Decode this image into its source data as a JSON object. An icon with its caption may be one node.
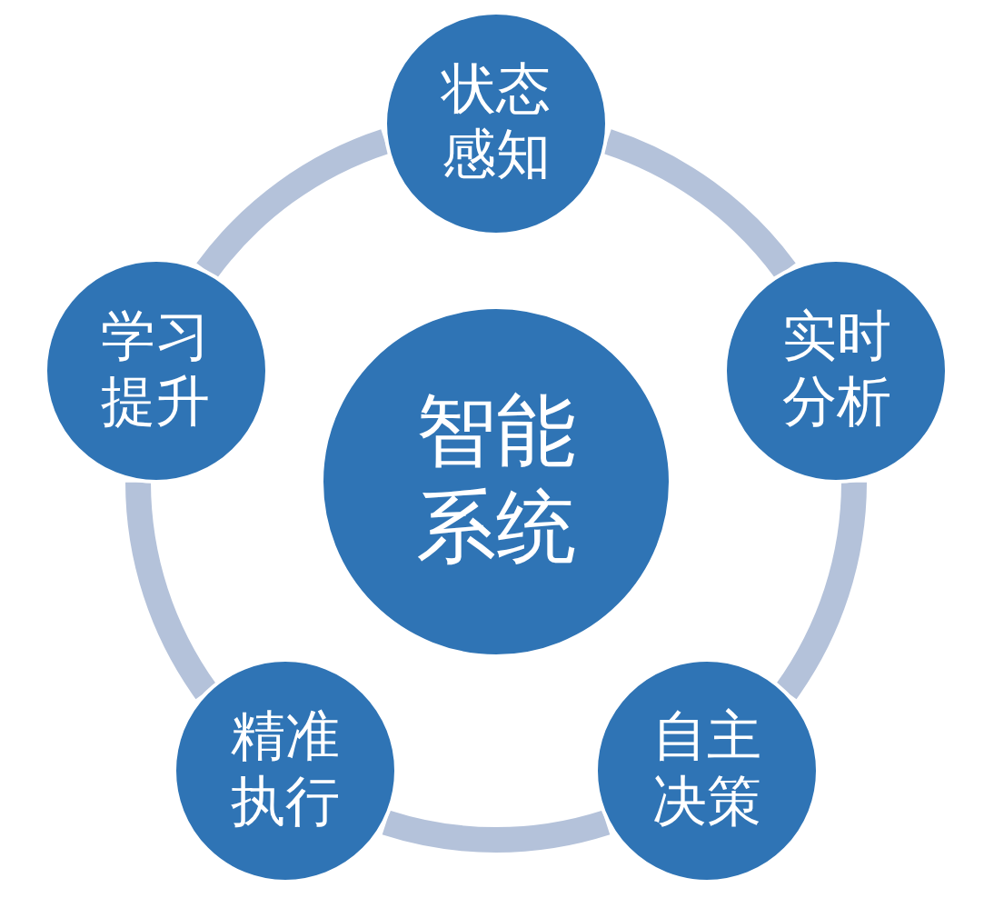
{
  "diagram": {
    "nodes": [
      {
        "text": [
          "智能系统"
        ]
      },
      {
        "text": [
          "状态感知"
        ]
      },
      {
        "text": [
          "实时分析"
        ]
      },
      {
        "text": [
          "自主决策"
        ]
      },
      {
        "text": [
          "精准执行"
        ]
      },
      {
        "text": [
          "学习提升"
        ]
      }
    ],
    "edges": [
      {
        "from": 1,
        "to": 2,
        "arrow": "none"
      },
      {
        "from": 2,
        "to": 3,
        "arrow": "none"
      },
      {
        "from": 3,
        "to": 4,
        "arrow": "none"
      },
      {
        "from": 4,
        "to": 5,
        "arrow": "none"
      },
      {
        "from": 5,
        "to": 1,
        "arrow": "none"
      }
    ]
  }
}
